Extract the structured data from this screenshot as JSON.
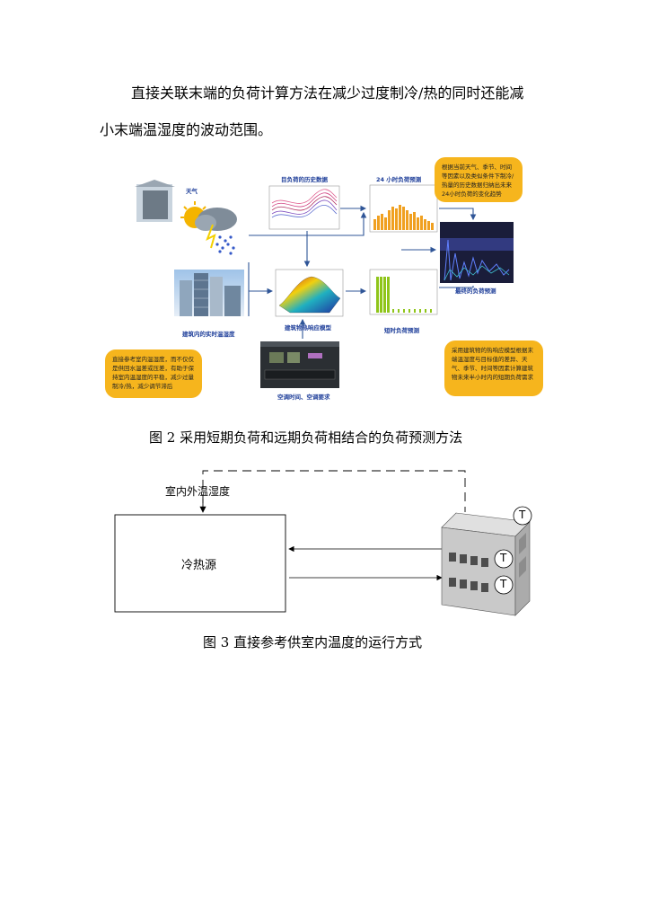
{
  "paragraph": {
    "line1": "直接关联末端的负荷计算方法在减少过度制冷/热的同时还能减",
    "line2": "小末端温湿度的波动范围。"
  },
  "figure2": {
    "caption": "图 2  采用短期负荷和远期负荷相结合的负荷预测方法",
    "labels": {
      "weather": "天气",
      "history": "目负荷的历史数据",
      "forecast24": "24 小时负荷预测",
      "final": "最终的负荷预测",
      "model": "建筑物热响应模型",
      "realtime": "建筑内的实时温湿度",
      "shortterm": "短时负荷预测",
      "ac_schedule": "空调时间、空调要求"
    },
    "callouts": {
      "top": "根据当前天气、季节、时间等因素以及类似条件下制冷/热量的历史数据归纳出未来24小时负荷的变化趋势",
      "left": "直接参考室内温湿度，而不仅仅是供回水温差或压差，有助于保持室内温湿度的平稳，减少过量制冷/热，减少调节滞后",
      "right": "采用建筑物的热响应模型根据末端温湿度与目标值的差异、天气、季节、时间等因素计算建筑物未来半小时内的短期负荷需求"
    }
  },
  "figure3": {
    "caption": "图 3  直接参考供室内温度的运行方式",
    "input_label": "室内外温湿度",
    "box_label": "冷热源",
    "sensor_symbol": "T"
  }
}
